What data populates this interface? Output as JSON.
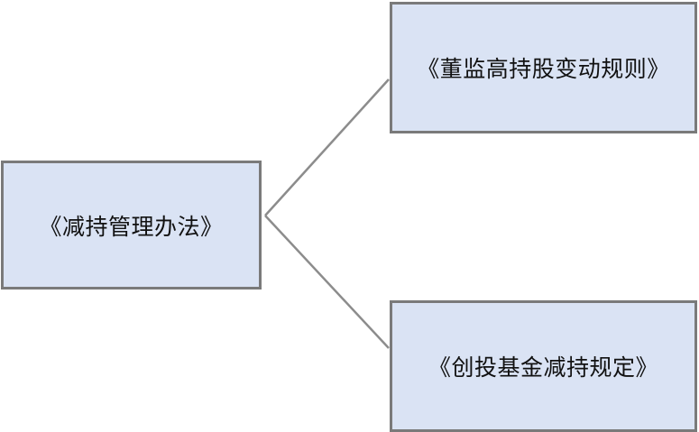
{
  "diagram": {
    "root": {
      "label": "《减持管理办法》"
    },
    "children": [
      {
        "label": "《董监高持股变动规则》"
      },
      {
        "label": "《创投基金减持规定》"
      }
    ]
  },
  "colors": {
    "node_fill": "#dae3f4",
    "node_border": "#7a7a7a",
    "connector": "#8c8c8c",
    "text": "#111111"
  }
}
